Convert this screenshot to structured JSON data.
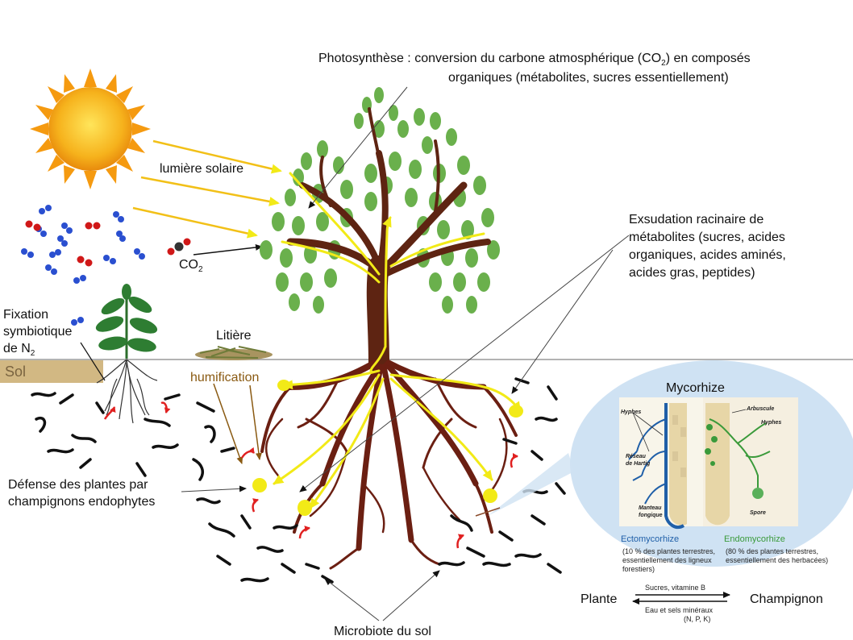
{
  "photosynthesis": {
    "line1_a": "Photosynthèse :  conversion du carbone atmosphérique (CO",
    "line1_sub": "2",
    "line1_b": ") en composés",
    "line2": "organiques (métabolites, sucres essentiellement)"
  },
  "sunlight_label": "lumière solaire",
  "co2": {
    "text": "CO",
    "sub": "2"
  },
  "exudation": {
    "lines": [
      "Exsudation racinaire de",
      "métabolites (sucres, acides",
      "organiques, acides aminés,",
      "acides gras, peptides)"
    ]
  },
  "fixation": {
    "line1": "Fixation",
    "line2": "symbiotique",
    "line3_a": "de N",
    "line3_sub": "2"
  },
  "litter_label": "Litière",
  "soil_label": "Sol",
  "humification_label": "humification",
  "defense": {
    "line1": "Défense des plantes par",
    "line2": "champignons endophytes"
  },
  "microbiota_label": "Microbiote du sol",
  "mycorrhiza": {
    "title": "Mycorhize",
    "ecto": {
      "name": "Ectomycorhize",
      "desc1": "(10 % des plantes terrestres,",
      "desc2": "essentiellement des ligneux",
      "desc3": "forestiers)"
    },
    "endo": {
      "name": "Endomycorhize",
      "desc1": "(80 % des plantes terrestres,",
      "desc2": "essentiellement des herbacées)"
    },
    "inset_labels": {
      "hyphes_left": "Hyphes",
      "reseau": "Réseau",
      "de_hartig": "de Hartig",
      "manteau": "Manteau",
      "fongique": "fongique",
      "arbuscule": "Arbuscule",
      "hyphes_right": "Hyphes",
      "spore": "Spore"
    }
  },
  "exchange": {
    "plant": "Plante",
    "fungus": "Champignon",
    "to_fungus": "Sucres, vitamine B",
    "to_plant_1": "Eau et sels minéraux",
    "to_plant_2": "(N, P, K)"
  },
  "colors": {
    "sap_yellow": "#f2ea17",
    "root_brown": "#6b1f12",
    "trunk_brown": "#5e2412",
    "leaf_green": "#6ab04c",
    "soil_band": "#d2b883",
    "inset_blue": "#cfe2f3",
    "ecto_blue": "#1f5fa8",
    "endo_green": "#3a9a3a",
    "humification_brown": "#8a5a12",
    "oxygen_red": "#d01818",
    "nitrogen_blue": "#2a4fd0"
  }
}
